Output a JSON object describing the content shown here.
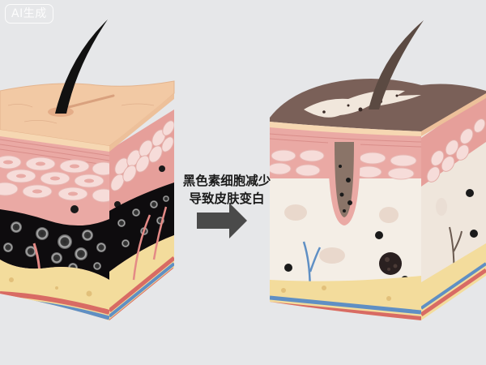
{
  "watermark": {
    "label": "AI生成"
  },
  "caption": {
    "line1": "黑色素细胞减少",
    "line2": "导致皮肤变白"
  },
  "arrow": {
    "direction": "right",
    "color": "#4a4a4a"
  },
  "panels": [
    {
      "id": "before",
      "description": "Normal skin cross-section with dense melanocytes",
      "layers": [
        "epidermis-surface",
        "stratum-lines",
        "cell-layer",
        "melanocyte-layer",
        "fat-layer",
        "blood-vessels"
      ],
      "hair_color": "#111111"
    },
    {
      "id": "after",
      "description": "Depigmented skin cross-section with reduced melanocytes",
      "layers": [
        "pigmented-surface-with-white-patch",
        "stratum-lines",
        "cell-layer",
        "pale-dermis",
        "fat-layer",
        "blood-vessels"
      ],
      "hair_color": "#5b4a42"
    }
  ],
  "colors": {
    "background": "#e6e7e9",
    "skin_surface": "#f2c9a4",
    "epidermis_pink": "#eaa9a4",
    "cell_fill": "#f6dcd9",
    "melanin_black": "#0e0c0e",
    "fat_yellow": "#f3dc9c",
    "vessel_red": "#d86b64",
    "vessel_blue": "#5f8fc4",
    "dermis_pale": "#f4eee6",
    "surface_brown": "#7a6058"
  }
}
